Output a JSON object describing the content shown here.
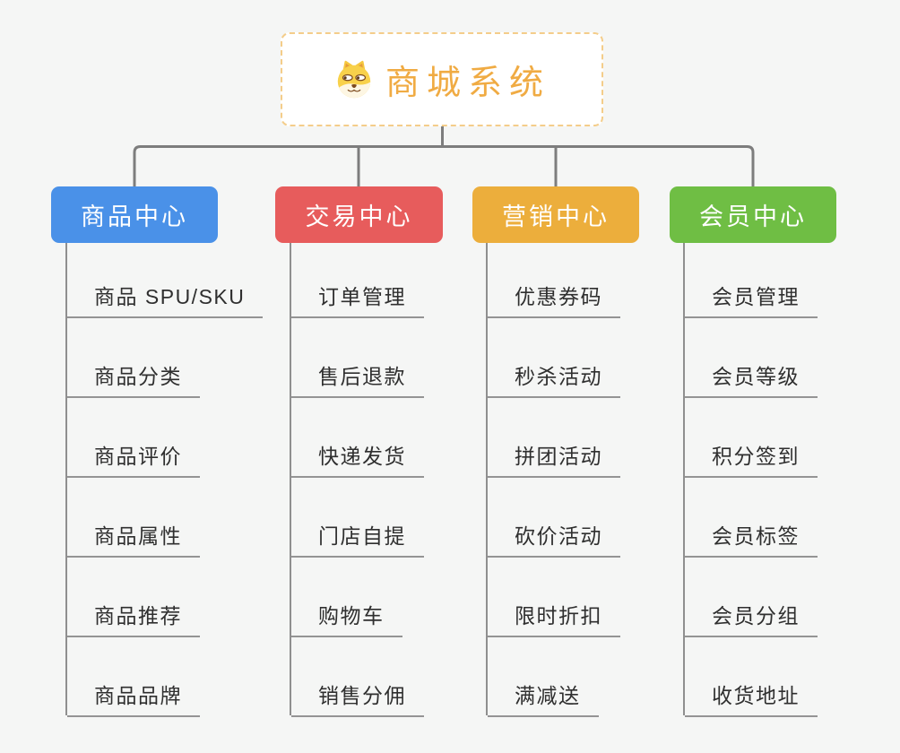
{
  "root": {
    "title": "商城系统",
    "icon": "doge-icon"
  },
  "branches": [
    {
      "label": "商品中心",
      "color": "#4a91e8",
      "children": [
        "商品 SPU/SKU",
        "商品分类",
        "商品评价",
        "商品属性",
        "商品推荐",
        "商品品牌"
      ]
    },
    {
      "label": "交易中心",
      "color": "#e75c5c",
      "children": [
        "订单管理",
        "售后退款",
        "快递发货",
        "门店自提",
        "购物车",
        "销售分佣"
      ]
    },
    {
      "label": "营销中心",
      "color": "#ecae3c",
      "children": [
        "优惠券码",
        "秒杀活动",
        "拼团活动",
        "砍价活动",
        "限时折扣",
        "满减送"
      ]
    },
    {
      "label": "会员中心",
      "color": "#6fbe44",
      "children": [
        "会员管理",
        "会员等级",
        "积分签到",
        "会员标签",
        "会员分组",
        "收货地址"
      ]
    }
  ],
  "colors": {
    "line_main": "#7d7d7d",
    "line_sub": "#8f8f8f",
    "underline": "#949494",
    "background": "#f5f6f5",
    "root_text": "#f0ab43",
    "root_border": "#f4cd8a",
    "sub_text": "#2f2f2f"
  }
}
